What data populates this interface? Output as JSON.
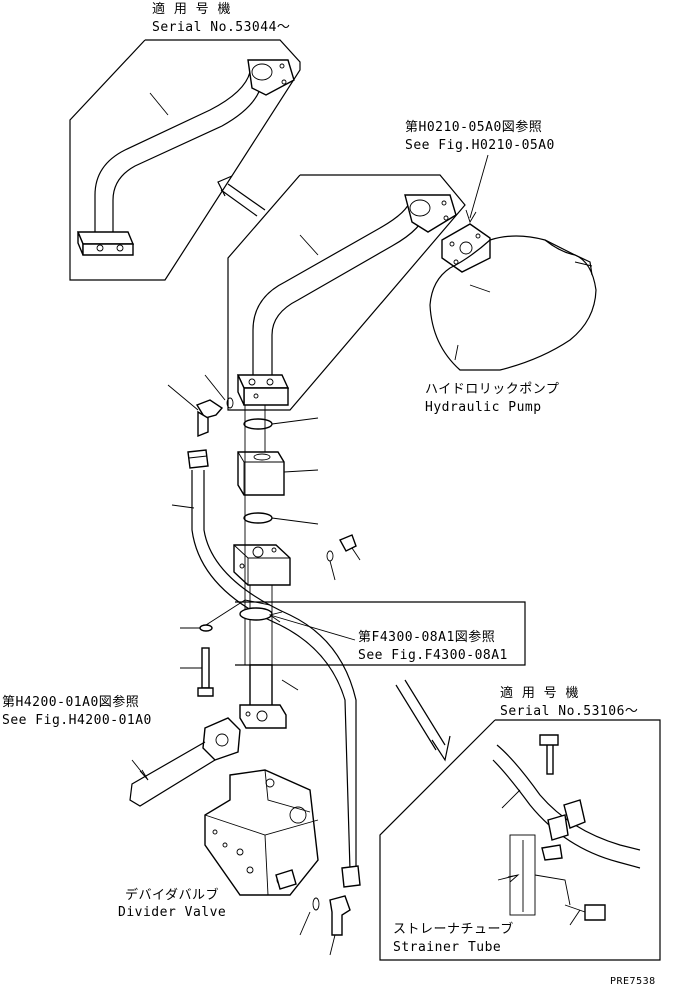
{
  "labels": {
    "applicable_serial_top_jp": "適 用 号 機",
    "applicable_serial_top_en": "Serial No.53044～",
    "ref_h0210_jp": "第H0210-05A0図参照",
    "ref_h0210_en": "See Fig.H0210-05A0",
    "hydraulic_pump_jp": "ハイドロリックポンプ",
    "hydraulic_pump_en": "Hydraulic Pump",
    "ref_f4300_jp": "第F4300-08A1図参照",
    "ref_f4300_en": "See Fig.F4300-08A1",
    "ref_h4200_jp": "第H4200-01A0図参照",
    "ref_h4200_en": "See Fig.H4200-01A0",
    "applicable_serial_right_jp": "適 用 号 機",
    "applicable_serial_right_en": "Serial No.53106～",
    "divider_valve_jp": "デバイダバルブ",
    "divider_valve_en": "Divider Valve",
    "strainer_tube_jp": "ストレーナチューブ",
    "strainer_tube_en": "Strainer Tube",
    "page_code": "PRE7538"
  }
}
